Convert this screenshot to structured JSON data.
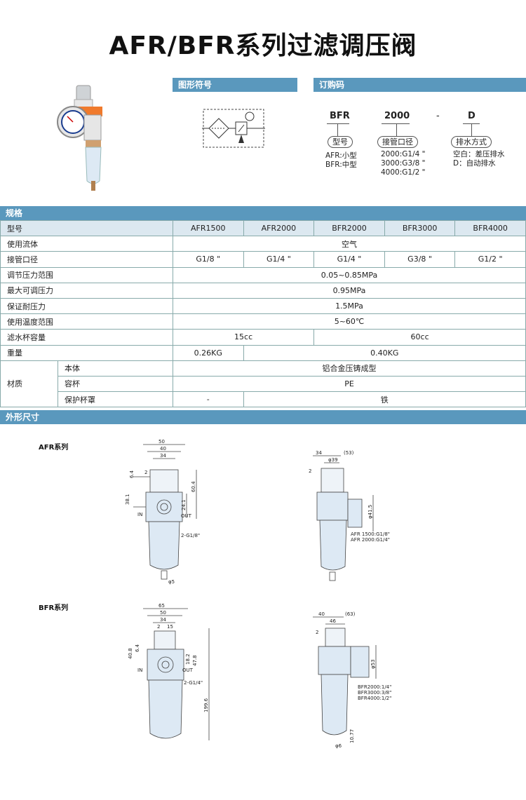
{
  "title": "AFR/BFR系列过滤调压阀",
  "sections": {
    "symbol": "图形符号",
    "order_code": "订购码",
    "spec": "规格",
    "dimensions": "外形尺寸"
  },
  "order": {
    "part1": "BFR",
    "part2": "2000",
    "dash": "-",
    "part3": "D",
    "label1": "型号",
    "label2": "接管口径",
    "label3": "排水方式",
    "notes1": "AFR:小型\nBFR:中型",
    "notes2": "2000:G1/4 \"\n3000:G3/8 \"\n4000:G1/2 \"",
    "notes3": "空白：差压排水\nD：自动排水"
  },
  "spec": {
    "header": [
      "型号",
      "AFR1500",
      "AFR2000",
      "BFR2000",
      "BFR3000",
      "BFR4000"
    ],
    "fluid": [
      "使用流体",
      "空气"
    ],
    "port": [
      "接管口径",
      "G1/8 \"",
      "G1/4 \"",
      "G1/4 \"",
      "G3/8 \"",
      "G1/2 \""
    ],
    "pressure_range": [
      "调节压力范围",
      "0.05~0.85MPa"
    ],
    "max_pressure": [
      "最大可调压力",
      "0.95MPa"
    ],
    "proof_pressure": [
      "保证耐压力",
      "1.5MPa"
    ],
    "temp": [
      "使用温度范围",
      "5~60℃"
    ],
    "bowl": [
      "滤水杯容量",
      "15cc",
      "60cc"
    ],
    "weight": [
      "重量",
      "0.26KG",
      "0.40KG"
    ],
    "material": "材质",
    "body": [
      "本体",
      "铝合金压铸成型"
    ],
    "cup": [
      "容杯",
      "PE"
    ],
    "guard": [
      "保护杯罩",
      "-",
      "铁"
    ]
  },
  "dims": {
    "afr_label": "AFR系列",
    "bfr_label": "BFR系列",
    "afr_front": {
      "w50": "50",
      "w40": "40",
      "w34": "34",
      "d2": "2",
      "h6_4": "6.4",
      "h38_1": "38.1",
      "h60_4": "60.4",
      "h24_1": "24.1",
      "in": "IN",
      "out": "OUT",
      "port": "2-G1/8\"",
      "d5": "φ5"
    },
    "afr_side": {
      "w34": "34",
      "d39": "φ39",
      "w53": "(53)",
      "d2": "2",
      "h41_5": "φ41.5",
      "note1": "AFR 1500:G1/8\"",
      "note2": "AFR 2000:G1/4\""
    },
    "bfr_front": {
      "w65": "65",
      "w50": "50",
      "w34": "34",
      "d2": "2",
      "d15": "15",
      "h40_8": "40.8",
      "h6_4": "6.4",
      "h18_2": "18.2",
      "h47_8": "47.8",
      "in": "IN",
      "out": "OUT",
      "port": "2-G1/4\"",
      "h199_6": "199.6"
    },
    "bfr_side": {
      "w40": "40",
      "w63": "(63)",
      "w46": "46",
      "d2": "2",
      "h53": "φ53",
      "note1": "BFR2000:1/4\"",
      "note2": "BFR3000:3/8\"",
      "note3": "BFR4000:1/2\"",
      "h10_77": "10.77",
      "d6": "φ6"
    }
  }
}
